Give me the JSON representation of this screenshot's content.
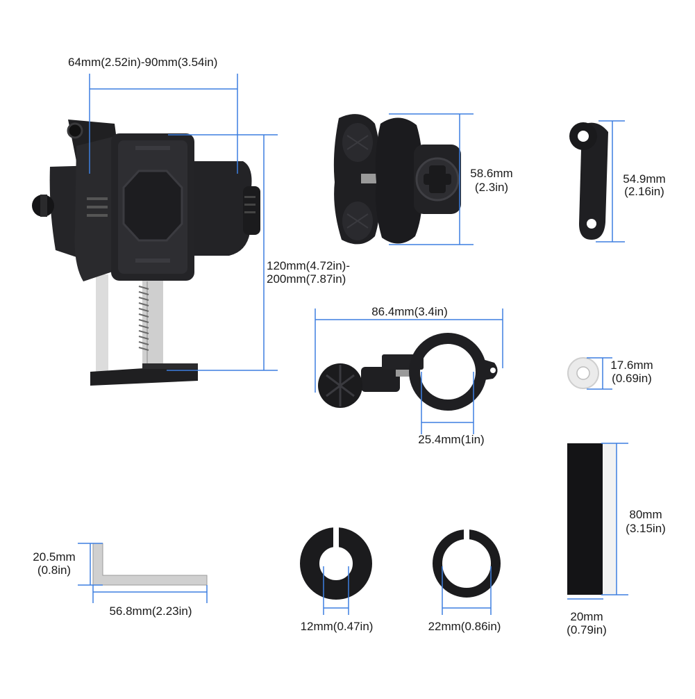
{
  "colors": {
    "dimension_line": "#3d7fe0",
    "part_dark": "#1c1c1e",
    "part_mid": "#2e2e31",
    "part_light": "#4a4a4e",
    "metal": "#d8d8d8"
  },
  "labels": {
    "holder_width": "64mm(2.52in)-90mm(3.54in)",
    "holder_height_1": "120mm(4.72in)-",
    "holder_height_2": "200mm(7.87in)",
    "ball_arm_1": "58.6mm",
    "ball_arm_2": "(2.3in)",
    "wrench_1": "54.9mm",
    "wrench_2": "(2.16in)",
    "clamp_width": "86.4mm(3.4in)",
    "clamp_bore": "25.4mm(1in)",
    "washer_1": "17.6mm",
    "washer_2": "(0.69in)",
    "pad_height_1": "80mm",
    "pad_height_2": "(3.15in)",
    "pad_width_1": "20mm",
    "pad_width_2": "(0.79in)",
    "hex_key_height_1": "20.5mm",
    "hex_key_height_2": "(0.8in)",
    "hex_key_length": "56.8mm(2.23in)",
    "spacer_small": "12mm(0.47in)",
    "spacer_large": "22mm(0.86in)"
  }
}
